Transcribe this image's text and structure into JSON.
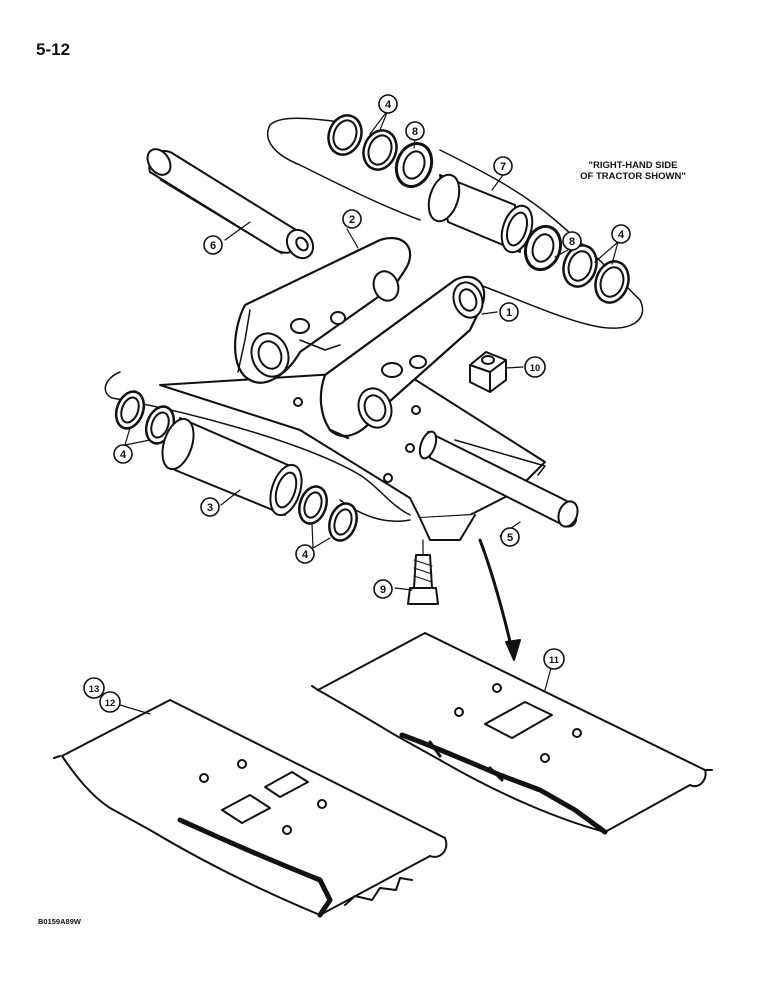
{
  "page_number": "5-12",
  "note_line1": "\"RIGHT-HAND SIDE",
  "note_line2": "OF TRACTOR SHOWN\"",
  "figure_code": "B0159A89W",
  "callouts": [
    "1",
    "2",
    "3",
    "4",
    "4",
    "4",
    "4",
    "5",
    "6",
    "7",
    "8",
    "8",
    "9",
    "10",
    "11",
    "12",
    "13"
  ]
}
